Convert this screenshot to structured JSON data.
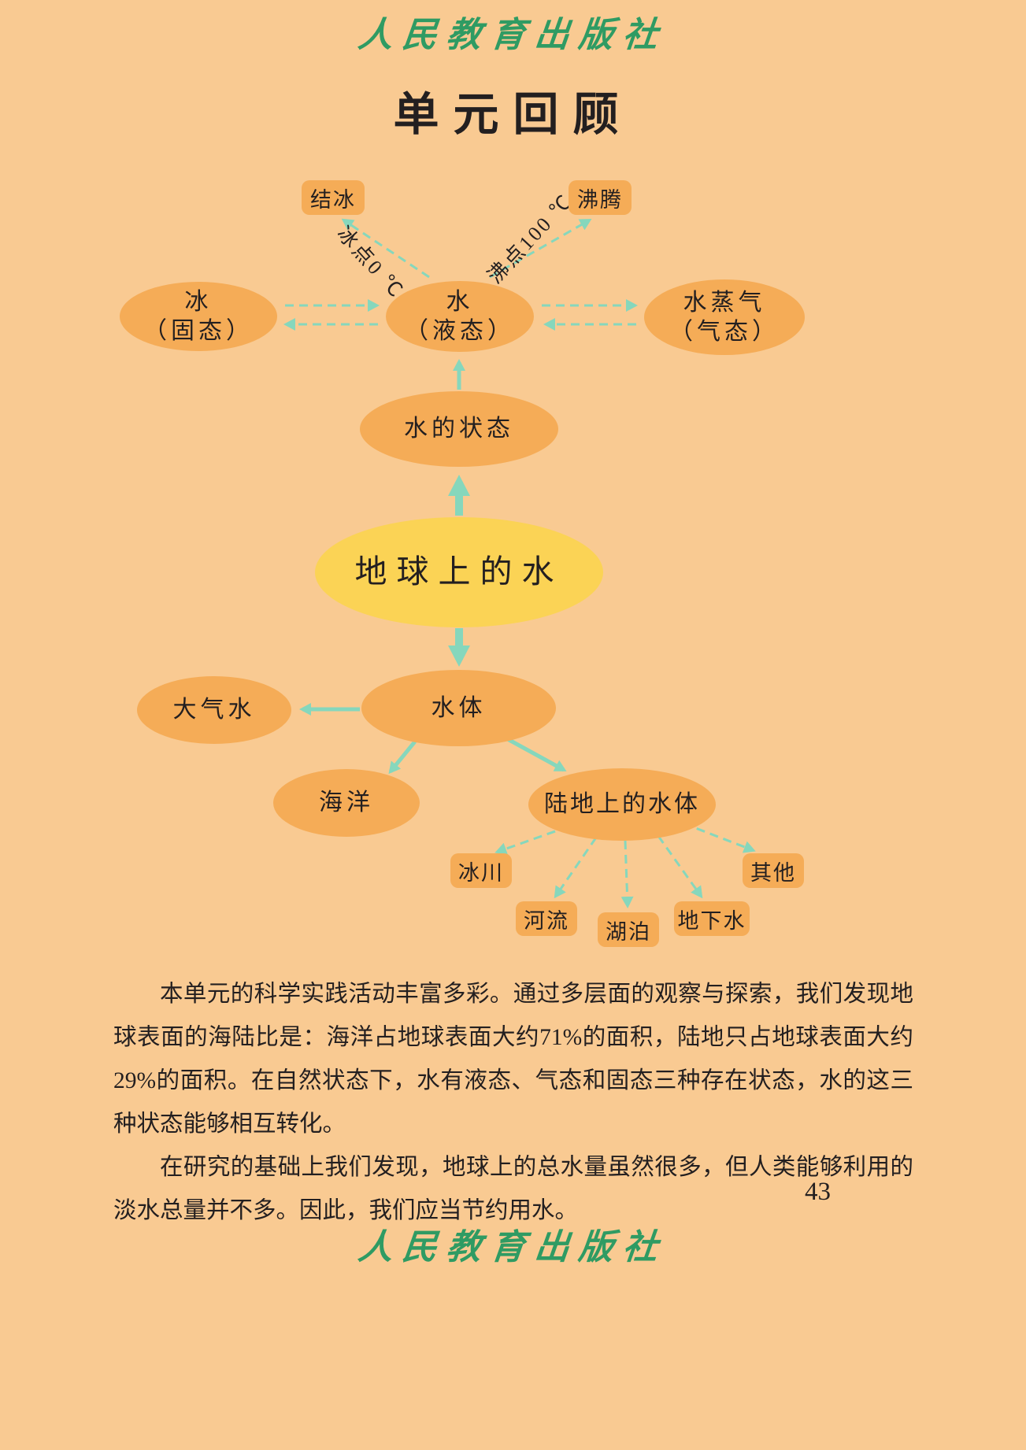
{
  "page": {
    "publisher": "人民教育出版社",
    "title": "单元回顾",
    "page_number": "43"
  },
  "colors": {
    "page_background": "#F9CA92",
    "node_fill": "#F5AC57",
    "center_node_fill": "#FBD355",
    "arrow_green": "#86D7BC",
    "logo_green": "#2F9B63",
    "text_color": "#231F20"
  },
  "diagram": {
    "nodes": {
      "freezing": "结冰",
      "boiling": "沸腾",
      "ice_title": "冰",
      "ice_subtitle": "（固态）",
      "water_title": "水",
      "water_subtitle": "（液态）",
      "vapor_title": "水蒸气",
      "vapor_subtitle": "（气态）",
      "water_states": "水的状态",
      "earth_water": "地球上的水",
      "water_bodies": "水体",
      "atmospheric_water": "大气水",
      "ocean": "海洋",
      "land_water_bodies": "陆地上的水体",
      "glacier": "冰川",
      "river": "河流",
      "lake": "湖泊",
      "groundwater": "地下水",
      "other": "其他"
    },
    "edge_labels": {
      "freezing_point": "冰点0 ℃",
      "boiling_point": "沸点100 ℃"
    }
  },
  "paragraphs": {
    "p1": "本单元的科学实践活动丰富多彩。通过多层面的观察与探索，我们发现地球表面的海陆比是：海洋占地球表面大约71%的面积，陆地只占地球表面大约29%的面积。在自然状态下，水有液态、气态和固态三种存在状态，水的这三种状态能够相互转化。",
    "p2": "在研究的基础上我们发现，地球上的总水量虽然很多，但人类能够利用的淡水总量并不多。因此，我们应当节约用水。"
  }
}
